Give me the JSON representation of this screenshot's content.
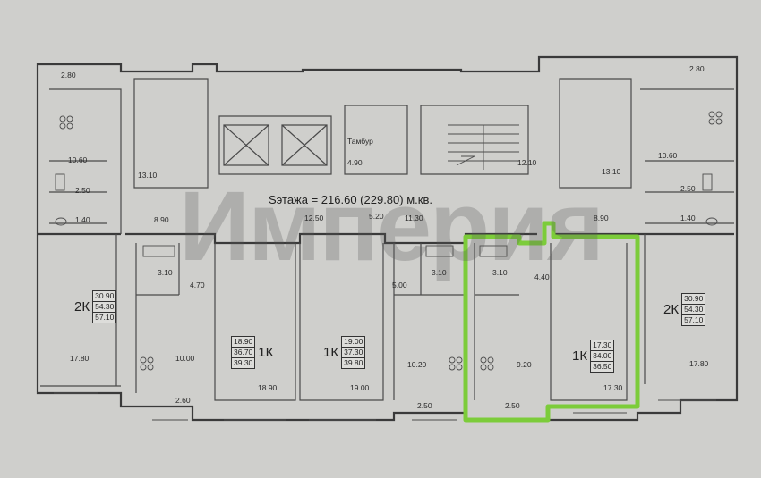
{
  "floor": {
    "summary": "Sэтажа = 216.60 (229.80) м.кв."
  },
  "watermark": "Империя",
  "labels": {
    "tambur": "Тамбур",
    "a_280_l": "2.80",
    "a_1060_l": "10.60",
    "a_250_l": "2.50",
    "a_140_l": "1.40",
    "a_1310_l": "13.10",
    "a_890_l": "8.90",
    "a_490": "4.90",
    "a_1210": "12.10",
    "a_280_r": "2.80",
    "a_1310_r": "13.10",
    "a_1060_r": "10.60",
    "a_250_r": "2.50",
    "a_140_r": "1.40",
    "a_890_r": "8.90",
    "a_1250": "12.50",
    "a_520": "5.20",
    "a_1130": "11.30",
    "a_310_a": "3.10",
    "a_470": "4.70",
    "a_310_b": "3.10",
    "a_500": "5.00",
    "a_310_c": "3.10",
    "a_440": "4.40",
    "a_1780_l": "17.80",
    "a_1000": "10.00",
    "a_1890": "18.90",
    "a_1900": "19.00",
    "a_1020": "10.20",
    "a_920": "9.20",
    "a_1730": "17.30",
    "a_1780_r": "17.80",
    "a_260": "2.60",
    "a_250_b1": "2.50",
    "a_250_b2": "2.50"
  },
  "apartments": [
    {
      "type": "2К",
      "vals": [
        "30.90",
        "54.30",
        "57.10"
      ]
    },
    {
      "type": "1К",
      "vals": [
        "18.90",
        "36.70",
        "39.30"
      ]
    },
    {
      "type": "1К",
      "vals": [
        "19.00",
        "37.30",
        "39.80"
      ]
    },
    {
      "type": "1К",
      "vals": [
        "17.30",
        "34.00",
        "36.50"
      ]
    },
    {
      "type": "2К",
      "vals": [
        "30.90",
        "54.30",
        "57.10"
      ]
    }
  ],
  "colors": {
    "highlight": "#7ccc3a",
    "paper": "#cfcfcc",
    "ink": "#3a3a3a"
  }
}
